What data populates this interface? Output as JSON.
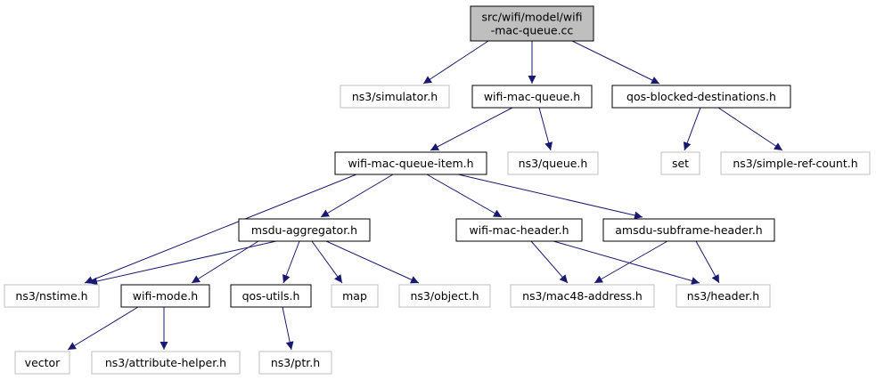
{
  "diagram": {
    "colors": {
      "edge": "#191970",
      "border_included": "#000000",
      "border_external": "#bfbfbf",
      "root_fill": "#bfbfbf",
      "node_fill": "#ffffff",
      "text": "#000000"
    },
    "nodes": [
      {
        "id": "root",
        "lines": [
          "src/wifi/model/wifi",
          "-mac-queue.cc"
        ],
        "kind": "root"
      },
      {
        "id": "simulator",
        "lines": [
          "ns3/simulator.h"
        ],
        "kind": "external"
      },
      {
        "id": "wifi_mac_queue",
        "lines": [
          "wifi-mac-queue.h"
        ],
        "kind": "included"
      },
      {
        "id": "qos_blocked",
        "lines": [
          "qos-blocked-destinations.h"
        ],
        "kind": "included"
      },
      {
        "id": "wifi_mac_queue_item",
        "lines": [
          "wifi-mac-queue-item.h"
        ],
        "kind": "included"
      },
      {
        "id": "queue",
        "lines": [
          "ns3/queue.h"
        ],
        "kind": "external"
      },
      {
        "id": "set",
        "lines": [
          "set"
        ],
        "kind": "external"
      },
      {
        "id": "simple_ref_count",
        "lines": [
          "ns3/simple-ref-count.h"
        ],
        "kind": "external"
      },
      {
        "id": "msdu_aggregator",
        "lines": [
          "msdu-aggregator.h"
        ],
        "kind": "included"
      },
      {
        "id": "wifi_mac_header",
        "lines": [
          "wifi-mac-header.h"
        ],
        "kind": "included"
      },
      {
        "id": "amsdu_subframe",
        "lines": [
          "amsdu-subframe-header.h"
        ],
        "kind": "included"
      },
      {
        "id": "nstime",
        "lines": [
          "ns3/nstime.h"
        ],
        "kind": "external"
      },
      {
        "id": "wifi_mode",
        "lines": [
          "wifi-mode.h"
        ],
        "kind": "included"
      },
      {
        "id": "qos_utils",
        "lines": [
          "qos-utils.h"
        ],
        "kind": "included"
      },
      {
        "id": "map",
        "lines": [
          "map"
        ],
        "kind": "external"
      },
      {
        "id": "object",
        "lines": [
          "ns3/object.h"
        ],
        "kind": "external"
      },
      {
        "id": "mac48",
        "lines": [
          "ns3/mac48-address.h"
        ],
        "kind": "external"
      },
      {
        "id": "header",
        "lines": [
          "ns3/header.h"
        ],
        "kind": "external"
      },
      {
        "id": "vector",
        "lines": [
          "vector"
        ],
        "kind": "external"
      },
      {
        "id": "attribute_helper",
        "lines": [
          "ns3/attribute-helper.h"
        ],
        "kind": "external"
      },
      {
        "id": "ptr",
        "lines": [
          "ns3/ptr.h"
        ],
        "kind": "external"
      }
    ],
    "edges": [
      {
        "from": "root",
        "to": "simulator"
      },
      {
        "from": "root",
        "to": "wifi_mac_queue"
      },
      {
        "from": "root",
        "to": "qos_blocked"
      },
      {
        "from": "wifi_mac_queue",
        "to": "wifi_mac_queue_item"
      },
      {
        "from": "wifi_mac_queue",
        "to": "queue"
      },
      {
        "from": "qos_blocked",
        "to": "set"
      },
      {
        "from": "qos_blocked",
        "to": "simple_ref_count"
      },
      {
        "from": "wifi_mac_queue_item",
        "to": "nstime"
      },
      {
        "from": "wifi_mac_queue_item",
        "to": "msdu_aggregator"
      },
      {
        "from": "wifi_mac_queue_item",
        "to": "wifi_mac_header"
      },
      {
        "from": "wifi_mac_queue_item",
        "to": "amsdu_subframe"
      },
      {
        "from": "msdu_aggregator",
        "to": "nstime"
      },
      {
        "from": "msdu_aggregator",
        "to": "wifi_mode"
      },
      {
        "from": "msdu_aggregator",
        "to": "qos_utils"
      },
      {
        "from": "msdu_aggregator",
        "to": "map"
      },
      {
        "from": "msdu_aggregator",
        "to": "object"
      },
      {
        "from": "wifi_mac_header",
        "to": "mac48"
      },
      {
        "from": "wifi_mac_header",
        "to": "header"
      },
      {
        "from": "amsdu_subframe",
        "to": "mac48"
      },
      {
        "from": "amsdu_subframe",
        "to": "header"
      },
      {
        "from": "wifi_mode",
        "to": "vector"
      },
      {
        "from": "wifi_mode",
        "to": "attribute_helper"
      },
      {
        "from": "qos_utils",
        "to": "ptr"
      }
    ]
  }
}
